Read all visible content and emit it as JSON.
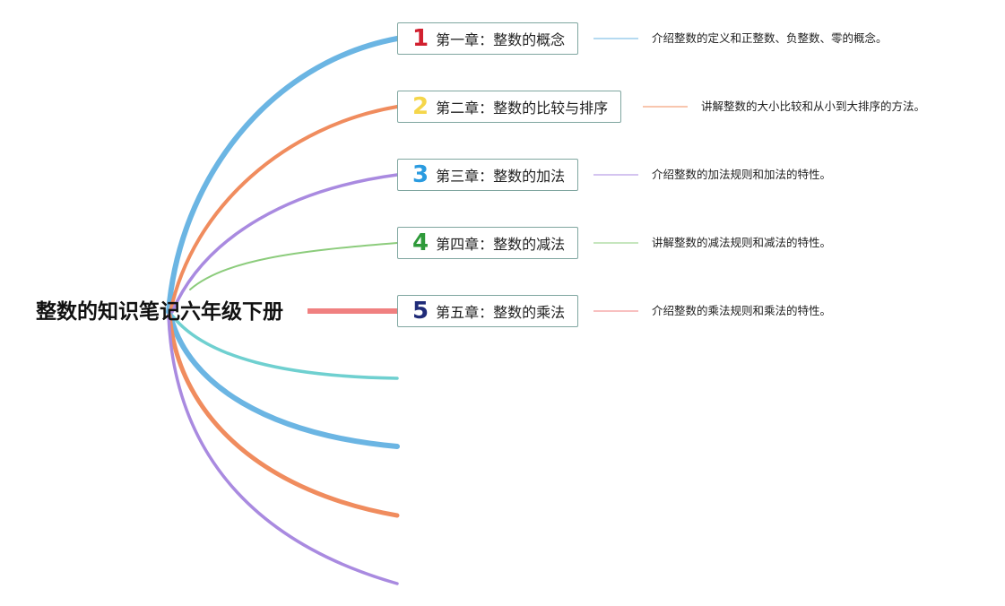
{
  "root": {
    "title": "整数的知识笔记六年级下册"
  },
  "chapters": [
    {
      "num": "1",
      "title": "第一章：整数的概念",
      "description": "介绍整数的定义和正整数、负整数、零的概念。",
      "num_color": "#d1202f",
      "line_color": "#6bb5e3"
    },
    {
      "num": "2",
      "title": "第二章：整数的比较与排序",
      "description": "讲解整数的大小比较和从小到大排序的方法。",
      "num_color": "#f5d64a",
      "line_color": "#f08c5e"
    },
    {
      "num": "3",
      "title": "第三章：整数的加法",
      "description": "介绍整数的加法规则和加法的特性。",
      "num_color": "#2a9be0",
      "line_color": "#a98ae0"
    },
    {
      "num": "4",
      "title": "第四章：整数的减法",
      "description": "讲解整数的减法规则和减法的特性。",
      "num_color": "#2e9a3a",
      "line_color": "#8ccc7c"
    },
    {
      "num": "5",
      "title": "第五章：整数的乘法",
      "description": "介绍整数的乘法规则和乘法的特性。",
      "num_color": "#1f2b78",
      "line_color": "#f08080"
    }
  ],
  "empty_branch_colors": [
    "#6fd0d0",
    "#6bb5e3",
    "#f08c5e",
    "#a98ae0"
  ]
}
